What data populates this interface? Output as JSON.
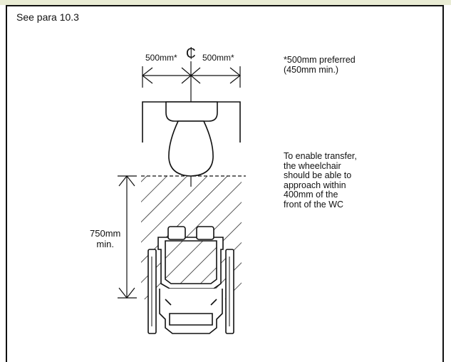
{
  "reference": "See para 10.3",
  "dimension_left": "500mm*",
  "dimension_right": "500mm*",
  "centreline_symbol": "₵",
  "note_preferred": "*500mm preferred\n(450mm min.)",
  "note_transfer": "To enable transfer,\nthe wheelchair\nshould be able to\napproach within\n400mm of the\nfront of the WC",
  "vertical_dimension": "750mm\nmin.",
  "colors": {
    "top_band": "#e9ecd4",
    "lines": "#111111"
  }
}
